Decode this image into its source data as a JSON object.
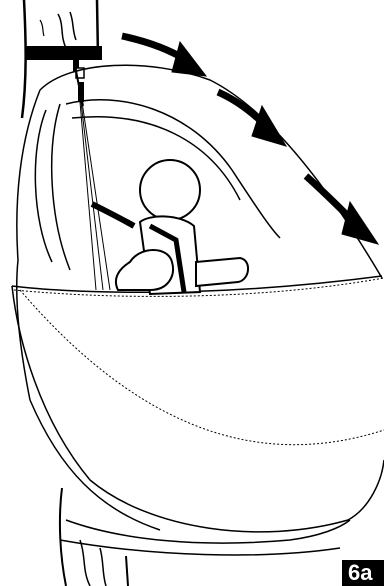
{
  "figure": {
    "step_label": "6a",
    "subject": "person-in-hanging-tree-tent",
    "arrow_count": 3,
    "colors": {
      "ink": "#000000",
      "background": "#ffffff"
    }
  }
}
